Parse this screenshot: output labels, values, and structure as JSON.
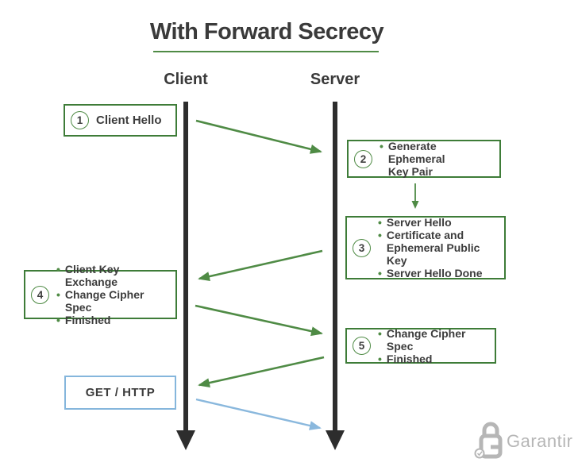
{
  "title": "With Forward Secrecy",
  "lifelines": {
    "client": "Client",
    "server": "Server"
  },
  "steps": [
    {
      "number": "1",
      "side": "client",
      "items": [
        "Client Hello"
      ]
    },
    {
      "number": "2",
      "side": "server",
      "items": [
        "Generate Ephemeral\nKey Pair"
      ]
    },
    {
      "number": "3",
      "side": "server",
      "items": [
        "Server Hello",
        "Certificate and\nEphemeral Public Key",
        "Server Hello Done"
      ]
    },
    {
      "number": "4",
      "side": "client",
      "items": [
        "Client Key Exchange",
        "Change Cipher Spec",
        "Finished"
      ]
    },
    {
      "number": "5",
      "side": "server",
      "items": [
        "Change Cipher Spec",
        "Finished"
      ]
    }
  ],
  "request_box": {
    "label": "GET / HTTP"
  },
  "logo": {
    "text": "Garantir"
  },
  "colors": {
    "green_border": "#3e7c38",
    "green_arrow": "#4f8b45",
    "blue_border": "#85b6dc",
    "blue_arrow": "#8ab8dd",
    "dark_text": "#3c3c3c",
    "lifeline": "#2d2d2d",
    "logo_gray": "#b6b6b6"
  }
}
